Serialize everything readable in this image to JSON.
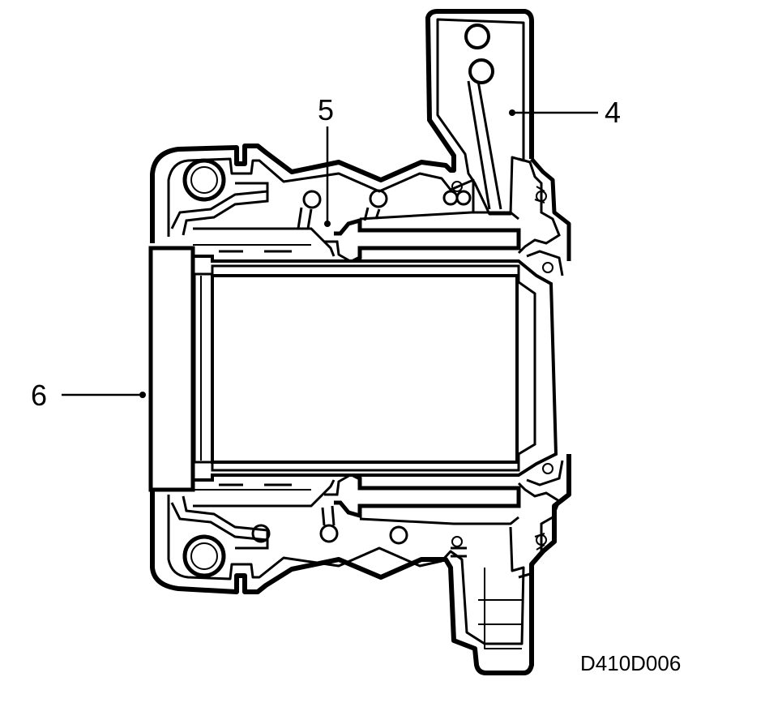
{
  "figure_code": "D410D006",
  "callouts": [
    {
      "id": "4",
      "label": "4"
    },
    {
      "id": "5",
      "label": "5"
    },
    {
      "id": "6",
      "label": "6"
    }
  ],
  "colors": {
    "ink": "#000000",
    "paper": "#ffffff"
  }
}
